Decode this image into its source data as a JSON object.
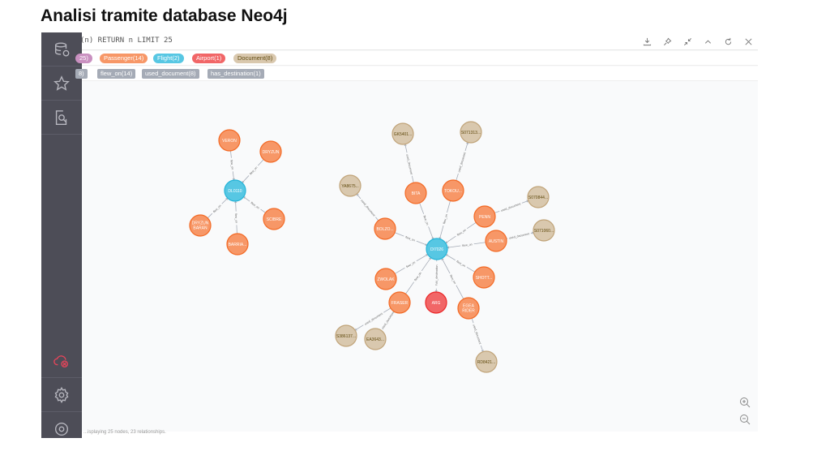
{
  "slide_title": "Analisi tramite database Neo4j",
  "query": "(n) RETURN n LIMIT 25",
  "labels": [
    {
      "text": "25)",
      "color": "#c990c0",
      "text_color": "#ffffff"
    },
    {
      "text": "Passenger(14)",
      "color": "#f79767",
      "text_color": "#ffffff"
    },
    {
      "text": "Flight(2)",
      "color": "#57c7e3",
      "text_color": "#ffffff"
    },
    {
      "text": "Airport(1)",
      "color": "#f16667",
      "text_color": "#ffffff"
    },
    {
      "text": "Document(8)",
      "color": "#d9c8ae",
      "text_color": "#604a0e"
    }
  ],
  "relationship_types": [
    "8)",
    "flew_on(14)",
    "used_document(8)",
    "has_destination(1)"
  ],
  "status_text": "...isplaying 25 nodes, 23 relationships.",
  "colors": {
    "passenger": "#f79767",
    "passenger_border": "#f36924",
    "flight": "#57c7e3",
    "flight_border": "#23b3d7",
    "airport": "#f16667",
    "airport_border": "#eb2728",
    "document": "#d9c8ae",
    "document_border": "#c0a378",
    "edge": "#a5abb6",
    "sidebar": "#4d4d57",
    "sidebar_alert": "#e2455a"
  },
  "sidebar_icons": [
    "database-icon",
    "star-icon",
    "search-document-icon",
    "cloud-disconnected-icon",
    "gear-icon",
    "help-icon"
  ],
  "toolbar_icons": [
    "download-icon",
    "pin-icon",
    "collapse-icon",
    "chevron-up-icon",
    "refresh-icon",
    "close-icon"
  ],
  "graph": {
    "nodes": [
      {
        "id": "f1",
        "label": "DL0110",
        "type": "flight"
      },
      {
        "id": "p1",
        "label": "VERON",
        "type": "passenger"
      },
      {
        "id": "p2",
        "label": "DRYZUN",
        "type": "passenger"
      },
      {
        "id": "p3",
        "label": "SCIBRE",
        "type": "passenger"
      },
      {
        "id": "p4",
        "label": "BARRIA...",
        "type": "passenger"
      },
      {
        "id": "p5",
        "label": "DRYZUN BARAN",
        "type": "passenger"
      },
      {
        "id": "f2",
        "label": "DI7026",
        "type": "flight"
      },
      {
        "id": "p6",
        "label": "BITA",
        "type": "passenger"
      },
      {
        "id": "p7",
        "label": "TOKOU...",
        "type": "passenger"
      },
      {
        "id": "p8",
        "label": "PENN",
        "type": "passenger"
      },
      {
        "id": "p9",
        "label": "AUSTIN",
        "type": "passenger"
      },
      {
        "id": "p10",
        "label": "SHOTT...",
        "type": "passenger"
      },
      {
        "id": "p11",
        "label": "EGEA RIDER",
        "type": "passenger"
      },
      {
        "id": "p12",
        "label": "FRASER",
        "type": "passenger"
      },
      {
        "id": "p13",
        "label": "ZWOLAK",
        "type": "passenger"
      },
      {
        "id": "p14",
        "label": "BOLZO...",
        "type": "passenger"
      },
      {
        "id": "a1",
        "label": "ARG",
        "type": "airport"
      },
      {
        "id": "d1",
        "label": "GK5401...",
        "type": "document"
      },
      {
        "id": "d2",
        "label": "S071313...",
        "type": "document"
      },
      {
        "id": "d3",
        "label": "YA8675...",
        "type": "document"
      },
      {
        "id": "d4",
        "label": "S070844...",
        "type": "document"
      },
      {
        "id": "d5",
        "label": "S071060...",
        "type": "document"
      },
      {
        "id": "d6",
        "label": "S386137...",
        "type": "document"
      },
      {
        "id": "d7",
        "label": "EA3643...",
        "type": "document"
      },
      {
        "id": "d8",
        "label": "RD8421...",
        "type": "document"
      }
    ],
    "edges": [
      {
        "from": "p1",
        "to": "f1",
        "label": "flew_on"
      },
      {
        "from": "p2",
        "to": "f1",
        "label": "flew_on"
      },
      {
        "from": "p3",
        "to": "f1",
        "label": "flew_on"
      },
      {
        "from": "p4",
        "to": "f1",
        "label": "flew_on"
      },
      {
        "from": "p5",
        "to": "f1",
        "label": "flew_on"
      },
      {
        "from": "p6",
        "to": "f2",
        "label": "flew_on"
      },
      {
        "from": "p7",
        "to": "f2",
        "label": "flew_on"
      },
      {
        "from": "p8",
        "to": "f2",
        "label": "flew_on"
      },
      {
        "from": "p9",
        "to": "f2",
        "label": "flew_on"
      },
      {
        "from": "p10",
        "to": "f2",
        "label": "flew_on"
      },
      {
        "from": "p11",
        "to": "f2",
        "label": "flew_on"
      },
      {
        "from": "p12",
        "to": "f2",
        "label": "flew_on"
      },
      {
        "from": "p13",
        "to": "f2",
        "label": "flew_on"
      },
      {
        "from": "p14",
        "to": "f2",
        "label": "flew_on"
      },
      {
        "from": "f2",
        "to": "a1",
        "label": "has_destination"
      },
      {
        "from": "p6",
        "to": "d1",
        "label": "used_document"
      },
      {
        "from": "p7",
        "to": "d2",
        "label": "used_document"
      },
      {
        "from": "p14",
        "to": "d3",
        "label": "used_document"
      },
      {
        "from": "p8",
        "to": "d4",
        "label": "used_document"
      },
      {
        "from": "p9",
        "to": "d5",
        "label": "used_document"
      },
      {
        "from": "p12",
        "to": "d6",
        "label": "used_document"
      },
      {
        "from": "p12",
        "to": "d7",
        "label": "used_document"
      },
      {
        "from": "p11",
        "to": "d8",
        "label": "used_document"
      }
    ]
  }
}
